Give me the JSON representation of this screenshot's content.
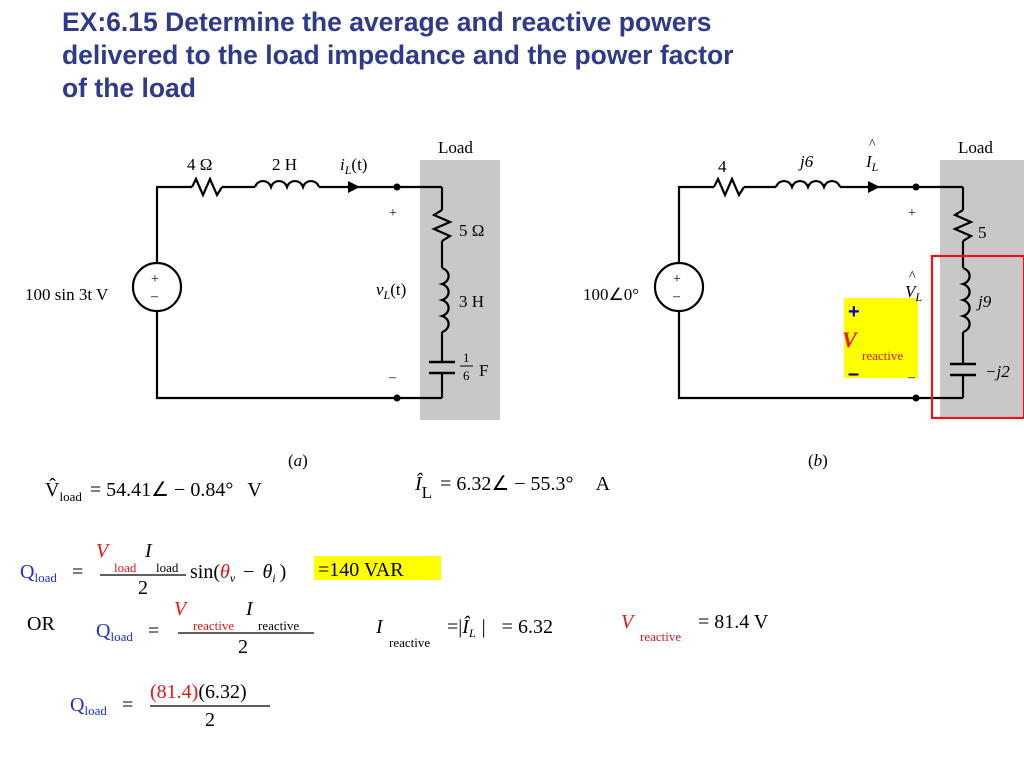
{
  "title": {
    "line1": "EX:6.15 Determine the average and reactive powers",
    "line2": "delivered  to the load impedance and the power factor",
    "line3": "of the load"
  },
  "circuit_a": {
    "load_label": "Load",
    "r_series": "4 Ω",
    "l_series": "2 H",
    "current_label_base": "i",
    "current_label_sub": "L",
    "current_label_arg": "(t)",
    "source": "100 sin 3t V",
    "v_label_base": "v",
    "v_label_sub": "L",
    "v_label_arg": "(t)",
    "plus": "+",
    "minus": "–",
    "load_r": "5 Ω",
    "load_l": "3 H",
    "load_c_num": "1",
    "load_c_den": "6",
    "load_c_unit": "F",
    "caption": "(a)"
  },
  "circuit_b": {
    "load_label": "Load",
    "r_series": "4",
    "l_series": "j6",
    "current_label_hat": "^",
    "current_label_base": "I",
    "current_label_sub": "L",
    "source": "100∠0°",
    "v_label_hat": "^",
    "v_label_base": "V",
    "v_label_sub": "L",
    "plus": "+",
    "minus": "–",
    "load_r": "5",
    "load_l": "j9",
    "load_c": "−j2",
    "caption": "(b)",
    "annotation": {
      "plus": "+",
      "v": "V",
      "sub": "reactive",
      "minus": "–"
    }
  },
  "equations": {
    "v_load": {
      "lhs": "V̂",
      "lhs_sub": "load",
      "rhs": "= 54.41∠ − 0.84°",
      "unit": "V"
    },
    "i_load": {
      "lhs": "Î",
      "lhs_sub": "L",
      "rhs": "= 6.32∠ − 55.3°",
      "unit": "A"
    },
    "q1": {
      "q": "Q",
      "q_sub": "load",
      "eq": "=",
      "num_v": "V",
      "num_v_sub": "load",
      "num_i": "I",
      "num_i_sub": "load",
      "den": "2",
      "sin_open": "sin(",
      "theta_v": "θ",
      "theta_v_sub": "v",
      "minus": "−",
      "theta_i": "θ",
      "theta_i_sub": "i",
      "close": ")",
      "result": "=140  VAR"
    },
    "or": "OR",
    "q2": {
      "q": "Q",
      "q_sub": "load",
      "eq": "=",
      "num_v": "V",
      "num_v_sub": "reactive",
      "num_i": "I",
      "num_i_sub": "reactive",
      "den": "2"
    },
    "i_reactive": {
      "i": "I",
      "sub": "reactive",
      "eq": "=|",
      "hat_i": "Î",
      "hat_sub": "L",
      "bar": "|",
      "val": "= 6.32"
    },
    "v_reactive": {
      "v": "V",
      "sub": "reactive",
      "val": "= 81.4  V"
    },
    "q3": {
      "q": "Q",
      "q_sub": "load",
      "eq": "=",
      "num_red": "(81.4)",
      "num_black": "(6.32)",
      "den": "2"
    }
  },
  "colors": {
    "title": "#2e3a8c",
    "q_blue": "#1f2fd0",
    "red": "#e8141a",
    "load_gray": "#c8c8c8",
    "highlight_yellow": "#ffff00",
    "box_red": "#e8141a"
  }
}
